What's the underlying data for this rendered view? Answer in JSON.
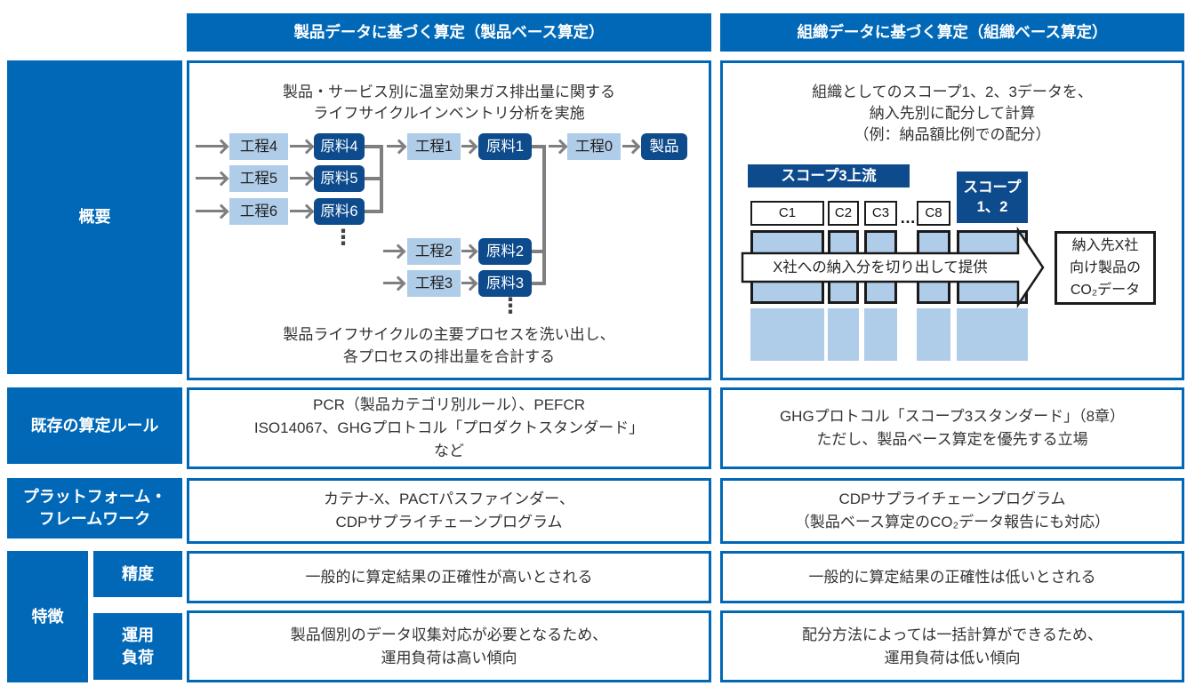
{
  "colors": {
    "accent_blue": "#0068B7",
    "navy": "#0D4B8C",
    "light_blue": "#AFCCE9",
    "line_gray": "#7F7F7F",
    "outline_black": "#1A1A1A"
  },
  "headers": {
    "product": "製品データに基づく算定（製品ベース算定）",
    "organization": "組織データに基づく算定（組織ベース算定）"
  },
  "row_labels": {
    "overview": "概要",
    "rules": "既存の算定ルール",
    "platform": [
      "プラットフォーム・",
      "フレームワーク"
    ],
    "features": "特徴",
    "accuracy": "精度",
    "load": [
      "運用",
      "負荷"
    ]
  },
  "product_overview": {
    "intro": [
      "製品・サービス別に温室効果ガス排出量に関する",
      "ライフサイクルインベントリ分析を実施"
    ],
    "flow": {
      "k4": "工程4",
      "g4": "原料4",
      "k5": "工程5",
      "g5": "原料5",
      "k6": "工程6",
      "g6": "原料6",
      "k1": "工程1",
      "g1": "原料1",
      "k2": "工程2",
      "g2": "原料2",
      "k3": "工程3",
      "g3": "原料3",
      "k0": "工程0",
      "product": "製品"
    },
    "vdots": "⋮",
    "note": [
      "製品ライフサイクルの主要プロセスを洗い出し、",
      "各プロセスの排出量を合計する"
    ]
  },
  "org_overview": {
    "intro": [
      "組織としてのスコープ1、2、3データを、",
      "納入先別に配分して計算",
      "（例：納品額比例での配分）"
    ],
    "scope3_label": "スコープ3上流",
    "scope12": [
      "スコープ",
      "1、2"
    ],
    "categories": [
      "C1",
      "C2",
      "C3",
      "C8"
    ],
    "hdots": "…",
    "arrow_label": "X社への納入分を切り出して提供",
    "output": [
      "納入先X社",
      "向け製品の",
      "CO₂データ"
    ]
  },
  "rules": {
    "product": [
      "PCR（製品カテゴリ別ルール）、PEFCR",
      "ISO14067、GHGプロトコル「プロダクトスタンダード」",
      "など"
    ],
    "organization": [
      "GHGプロトコル「スコープ3スタンダード」（8章）",
      "ただし、製品ベース算定を優先する立場"
    ]
  },
  "platform": {
    "product": [
      "カテナ-X、PACTパスファインダー、",
      "CDPサプライチェーンプログラム"
    ],
    "organization": [
      "CDPサプライチェーンプログラム",
      "（製品ベース算定のCO₂データ報告にも対応）"
    ]
  },
  "accuracy": {
    "product": "一般的に算定結果の正確性が高いとされる",
    "organization": "一般的に算定結果の正確性は低いとされる"
  },
  "load": {
    "product": [
      "製品個別のデータ収集対応が必要となるため、",
      "運用負荷は高い傾向"
    ],
    "organization": [
      "配分方法によっては一括計算ができるため、",
      "運用負荷は低い傾向"
    ]
  }
}
